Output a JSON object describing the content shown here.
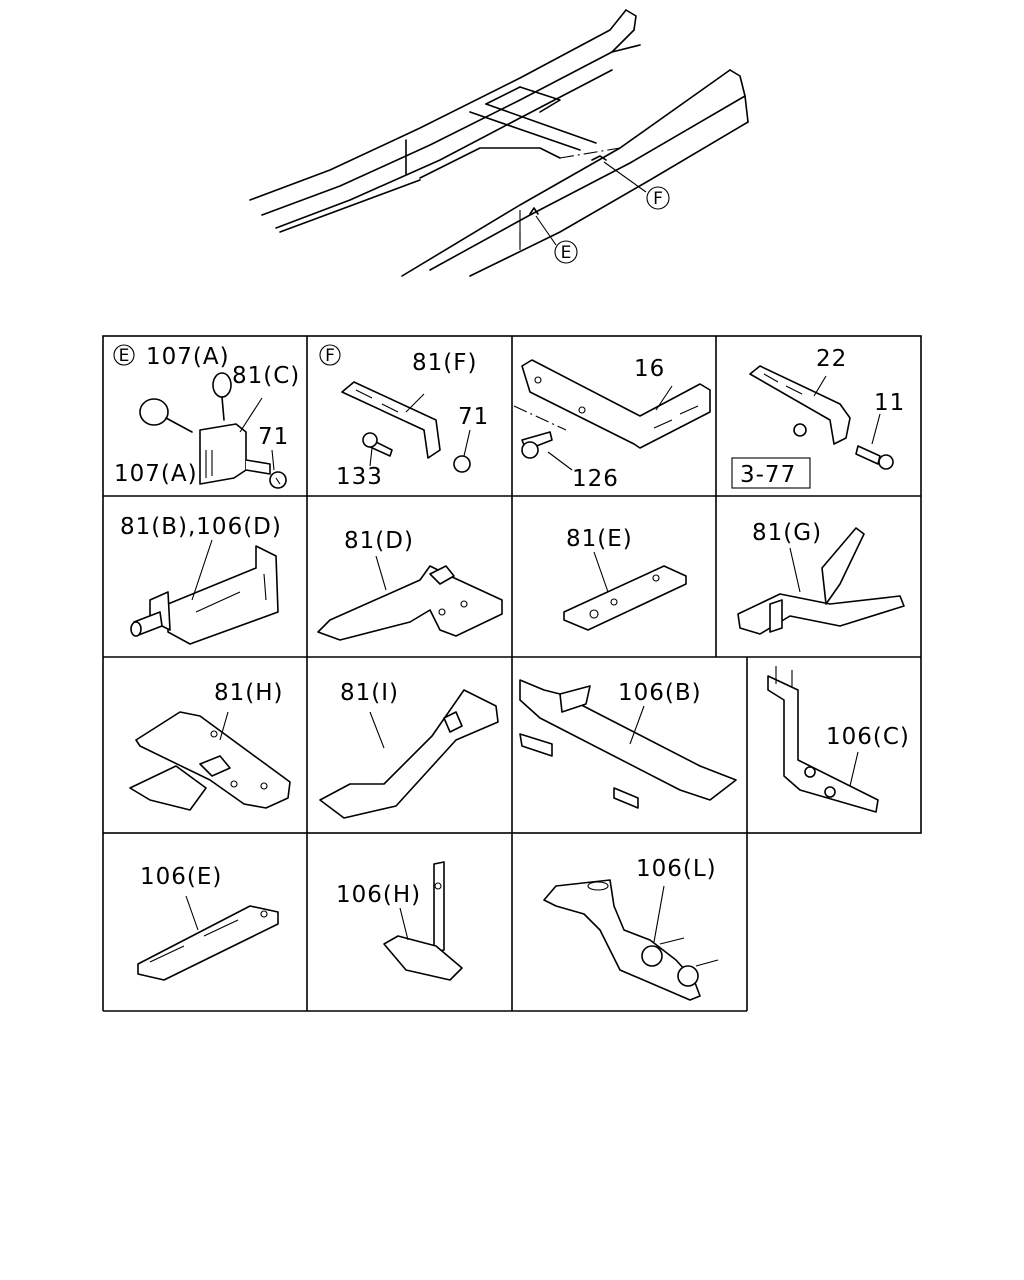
{
  "overview": {
    "callouts": [
      {
        "id": "callout-f",
        "letter": "F"
      },
      {
        "id": "callout-e",
        "letter": "E"
      }
    ]
  },
  "cells": [
    {
      "id": "E",
      "section_letter": "E",
      "labels": [
        "107(A)",
        "81(C)",
        "71",
        "107(A)"
      ]
    },
    {
      "id": "F",
      "section_letter": "F",
      "labels": [
        "81(F)",
        "71",
        "133"
      ]
    },
    {
      "id": "16",
      "labels": [
        "16",
        "126"
      ]
    },
    {
      "id": "22",
      "labels": [
        "22",
        "11"
      ],
      "reference": "3-77"
    },
    {
      "id": "81B",
      "labels": [
        "81(B),106(D)"
      ]
    },
    {
      "id": "81D",
      "labels": [
        "81(D)"
      ]
    },
    {
      "id": "81E",
      "labels": [
        "81(E)"
      ]
    },
    {
      "id": "81G",
      "labels": [
        "81(G)"
      ]
    },
    {
      "id": "81H",
      "labels": [
        "81(H)"
      ]
    },
    {
      "id": "81I",
      "labels": [
        "81(I)"
      ]
    },
    {
      "id": "106B",
      "labels": [
        "106(B)"
      ]
    },
    {
      "id": "106C",
      "labels": [
        "106(C)"
      ]
    },
    {
      "id": "106E",
      "labels": [
        "106(E)"
      ]
    },
    {
      "id": "106H",
      "labels": [
        "106(H)"
      ]
    },
    {
      "id": "106L",
      "labels": [
        "106(L)"
      ]
    }
  ]
}
